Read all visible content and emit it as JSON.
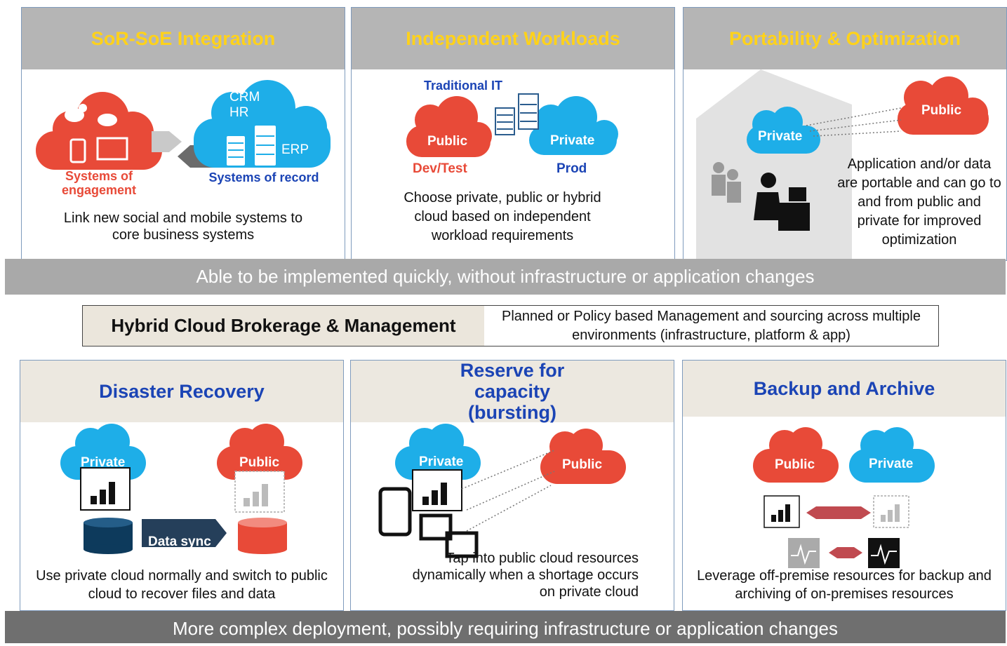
{
  "panels_top": [
    {
      "title": "SoR-SoE Integration",
      "labels": {
        "crm": "CRM",
        "hr": "HR",
        "erp": "ERP",
        "soe": "Systems of engagement",
        "sor": "Systems of record"
      },
      "description": "Link new social and mobile systems to core business systems"
    },
    {
      "title": "Independent Workloads",
      "labels": {
        "traditional": "Traditional IT",
        "public": "Public",
        "private": "Private",
        "devtest": "Dev/Test",
        "prod": "Prod"
      },
      "description": "Choose private, public or hybrid cloud based on independent workload requirements"
    },
    {
      "title": "Portability & Optimization",
      "labels": {
        "private": "Private",
        "public": "Public"
      },
      "description": "Application and/or data are portable and can go to and from public and private for improved optimization"
    }
  ],
  "banner_top": "Able to be implemented quickly, without infrastructure or application changes",
  "broker": {
    "title": "Hybrid Cloud Brokerage & Management",
    "description": "Planned or Policy based Management and sourcing across multiple environments (infrastructure, platform & app)"
  },
  "panels_bottom": [
    {
      "title": "Disaster Recovery",
      "labels": {
        "private": "Private",
        "public": "Public",
        "sync": "Data sync"
      },
      "description": "Use private cloud normally and switch to public cloud to recover files and data"
    },
    {
      "title": "Reserve for capacity (bursting)",
      "labels": {
        "private": "Private",
        "public": "Public"
      },
      "description": "Tap into public cloud resources dynamically when a shortage occurs on private cloud"
    },
    {
      "title": "Backup and Archive",
      "labels": {
        "public": "Public",
        "private": "Private"
      },
      "description": "Leverage off-premise resources for backup and archiving of on-premises resources"
    }
  ],
  "banner_bottom": "More complex deployment, possibly requiring infrastructure or application changes",
  "colors": {
    "public_cloud": "#e84a38",
    "private_cloud": "#1eaee8",
    "top_title": "#ffd21a",
    "bottom_title": "#1b44b5"
  }
}
